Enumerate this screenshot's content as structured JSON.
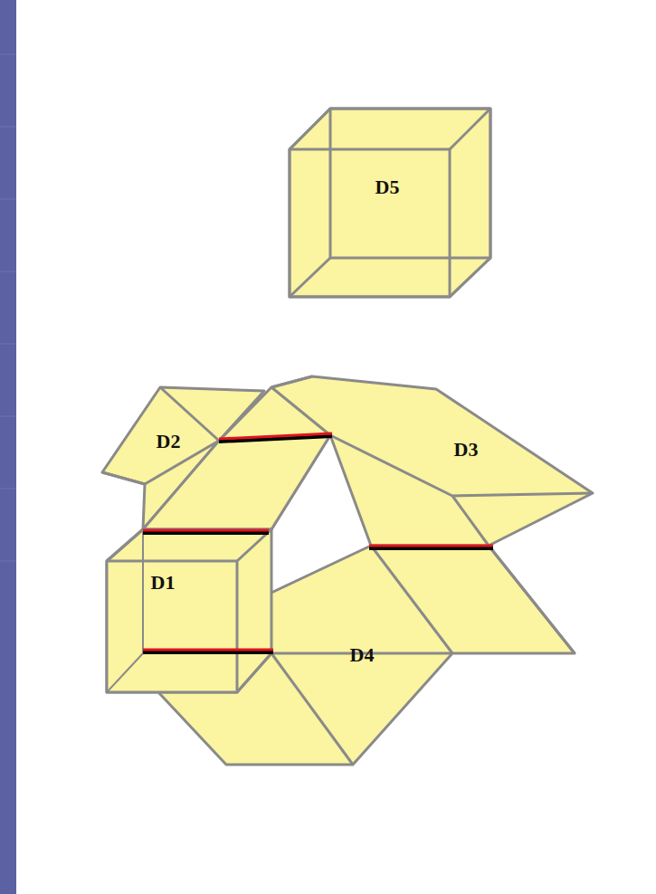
{
  "diagram": {
    "nodes": [
      {
        "text": [
          "D5"
        ]
      },
      {
        "text": [
          "D2"
        ]
      },
      {
        "text": [
          "D3"
        ]
      },
      {
        "text": [
          "D1"
        ]
      },
      {
        "text": [
          "D4"
        ]
      }
    ]
  }
}
